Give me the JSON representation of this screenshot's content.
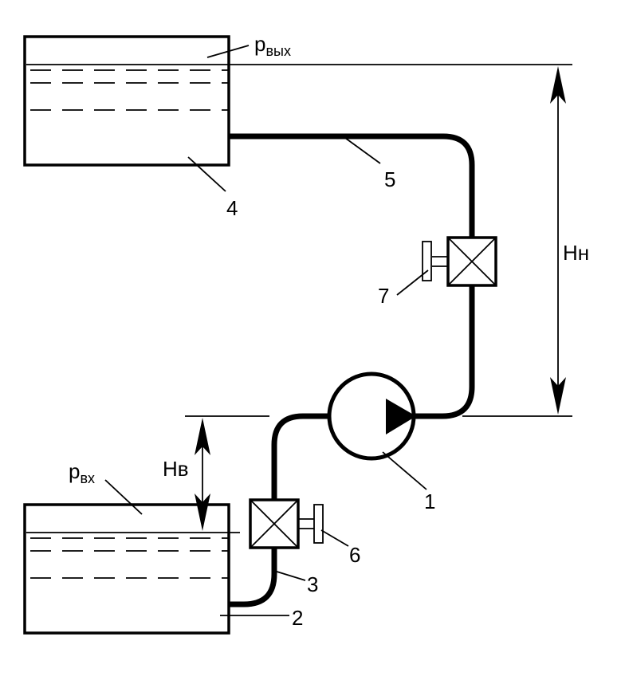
{
  "labels": {
    "p_out_base": "p",
    "p_out_sub": "вых",
    "p_in_base": "p",
    "p_in_sub": "вх",
    "h_discharge": "Нн",
    "h_suction": "Нв",
    "n1": "1",
    "n2": "2",
    "n3": "3",
    "n4": "4",
    "n5": "5",
    "n6": "6",
    "n7": "7"
  }
}
